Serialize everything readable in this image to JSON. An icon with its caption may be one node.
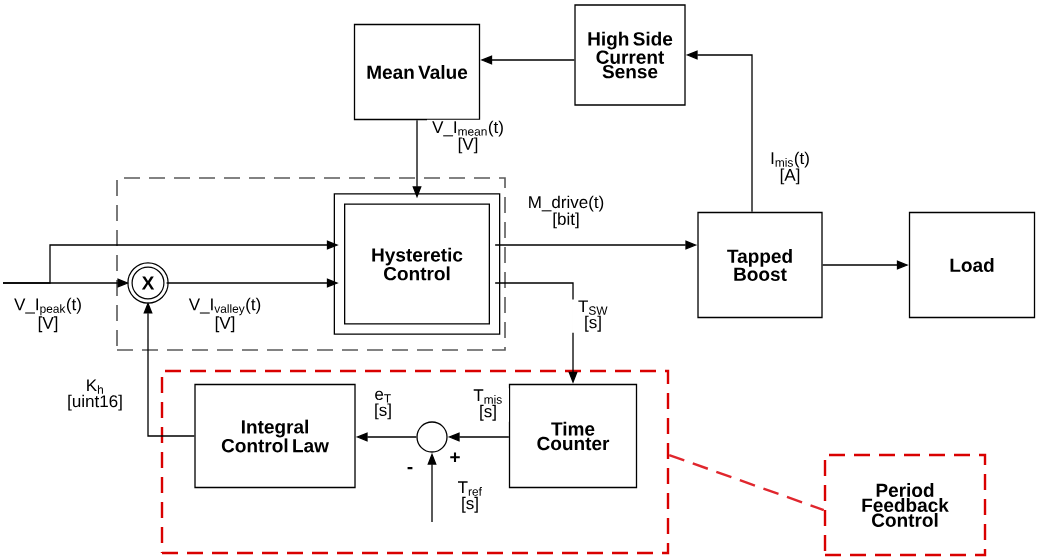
{
  "diagram": {
    "nodes": [
      {
        "text": [
          "Mean Value"
        ]
      },
      {
        "text": [
          "High Side Current Sense"
        ]
      },
      {
        "text": [],
        "shape": "box"
      },
      {
        "text": [
          "Hysteretic Control"
        ],
        "in": 2
      },
      {
        "text": [
          "X"
        ],
        "in": 2
      },
      {
        "text": [],
        "shape": "box"
      },
      {
        "text": [
          "Integral Control Law"
        ],
        "in": 5
      },
      {
        "text": [],
        "shape": "circle",
        "in": 5
      },
      {
        "text": [
          "Time Counter"
        ],
        "in": 5
      },
      {
        "text": [
          "Tapped Boost"
        ]
      },
      {
        "text": [
          "Load"
        ]
      },
      {
        "text": [
          "Period Feedback Control"
        ]
      }
    ],
    "edges": [
      {
        "from": 1,
        "to": 0,
        "arrow": "to"
      },
      {
        "from": 0,
        "to": 3,
        "arrow": "to",
        "label": "V_I$_{mean}$(t) [V]"
      },
      {
        "from": 9,
        "to": 1,
        "arrow": "to",
        "label": "I$_{mis}$(t) [A]"
      },
      {
        "from": 3,
        "to": 9,
        "arrow": "to",
        "label": "M_drive(t) [bit]"
      },
      {
        "from": 9,
        "to": 10,
        "arrow": "to"
      },
      {
        "from": null,
        "to": 4,
        "arrow": "to",
        "label": "V_I$_{peak}$(t) [V]"
      },
      {
        "from": null,
        "to": 3,
        "arrow": "to"
      },
      {
        "from": 4,
        "to": 3,
        "arrow": "to",
        "label": "V_I$_{valley}$(t) [V]"
      },
      {
        "from": 3,
        "to": 8,
        "arrow": "to",
        "label": "T$_{SW}$ [s]"
      },
      {
        "from": 8,
        "to": 7,
        "arrow": "to",
        "label": "T$_{mis}$ [s]"
      },
      {
        "from": 7,
        "to": 6,
        "arrow": "to",
        "label": "e$_{T}$ [s]"
      },
      {
        "from": null,
        "to": 7,
        "arrow": "to",
        "label": "T$_{ref}$ [s]"
      },
      {
        "from": 6,
        "to": 4,
        "arrow": "to",
        "label": "K$_{h}$ [uint16]"
      },
      {
        "from": 5,
        "to": 11,
        "arrow": "none",
        "style": "dashed",
        "color": "#e0262d"
      }
    ],
    "labels": [
      "+",
      "-"
    ]
  }
}
